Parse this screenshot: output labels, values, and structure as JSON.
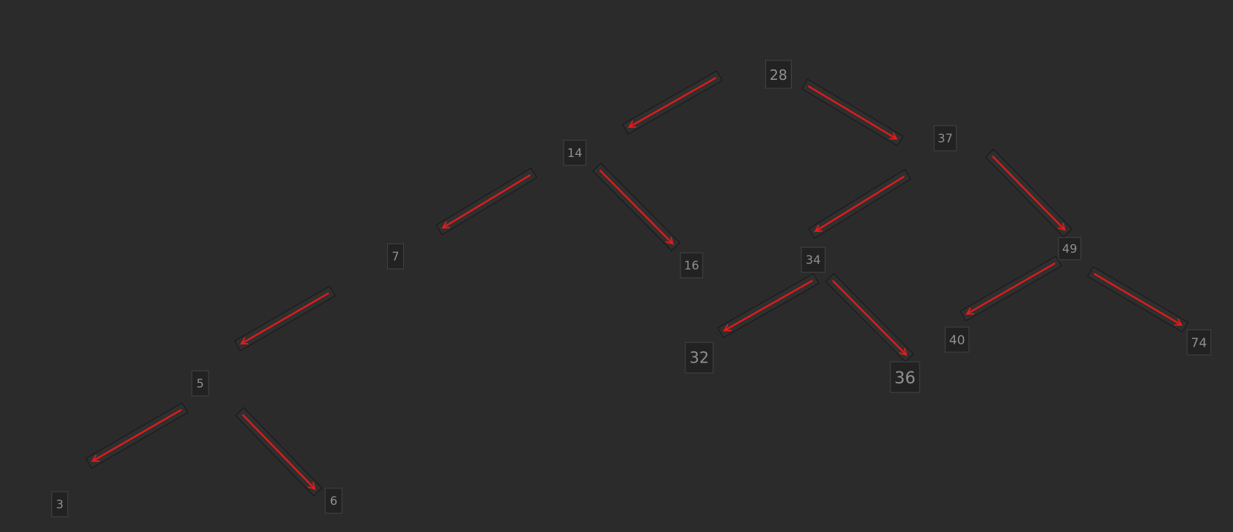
{
  "colors": {
    "background": "#2b2b2b",
    "node_fill": "#222222",
    "node_border": "#444444",
    "node_text": "#8f8f8f",
    "edge_box_fill": "#2f2f2f",
    "edge_box_border": "#161616",
    "arrow": "#e01b1b"
  },
  "tree": {
    "nodes": [
      {
        "id": "n28",
        "label": "28"
      },
      {
        "id": "n14",
        "label": "14"
      },
      {
        "id": "n37",
        "label": "37"
      },
      {
        "id": "n7",
        "label": "7"
      },
      {
        "id": "n16",
        "label": "16"
      },
      {
        "id": "n34",
        "label": "34"
      },
      {
        "id": "n49",
        "label": "49"
      },
      {
        "id": "n5",
        "label": "5"
      },
      {
        "id": "n32",
        "label": "32"
      },
      {
        "id": "n36",
        "label": "36"
      },
      {
        "id": "n40",
        "label": "40"
      },
      {
        "id": "n74",
        "label": "74"
      },
      {
        "id": "n3",
        "label": "3"
      },
      {
        "id": "n6",
        "label": "6"
      }
    ],
    "edges": [
      {
        "from": "n28",
        "to": "n14"
      },
      {
        "from": "n28",
        "to": "n37"
      },
      {
        "from": "n14",
        "to": "n7"
      },
      {
        "from": "n14",
        "to": "n16"
      },
      {
        "from": "n37",
        "to": "n34"
      },
      {
        "from": "n37",
        "to": "n49"
      },
      {
        "from": "n7",
        "to": "n5"
      },
      {
        "from": "n34",
        "to": "n32"
      },
      {
        "from": "n34",
        "to": "n36"
      },
      {
        "from": "n49",
        "to": "n40"
      },
      {
        "from": "n49",
        "to": "n74"
      },
      {
        "from": "n5",
        "to": "n3"
      },
      {
        "from": "n5",
        "to": "n6"
      }
    ]
  }
}
